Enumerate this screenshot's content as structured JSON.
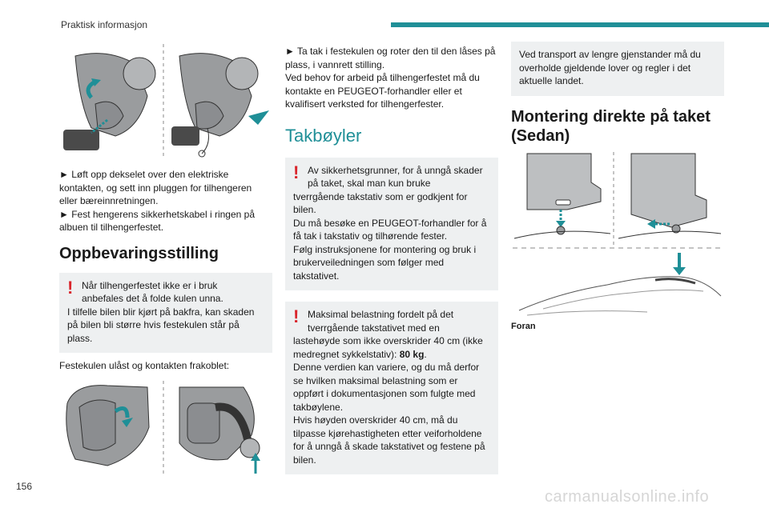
{
  "header": {
    "section": "Praktisk informasjon",
    "accent": "#1f8f97"
  },
  "page_number": "156",
  "watermark": "carmanualsonline.info",
  "col1": {
    "para1": "► Løft opp dekselet over den elektriske kontakten, og sett inn pluggen for tilhengeren eller bæreinnretningen.",
    "para2": "► Fest hengerens sikkerhetskabel i ringen på albuen til tilhengerfestet.",
    "heading": "Oppbevaringsstilling",
    "note_l1": "Når tilhengerfestet ikke er i bruk",
    "note_l2": "anbefales det å folde kulen unna.",
    "note_rest": "I tilfelle bilen blir kjørt på bakfra, kan skaden på bilen bli større hvis festekulen står på plass.",
    "caption": "Festekulen ulåst og kontakten frakoblet:"
  },
  "col2": {
    "para1": "► Ta tak i festekulen og roter den til den låses på plass, i vannrett stilling.",
    "para2": "Ved behov for arbeid på tilhengerfestet må du kontakte en PEUGEOT-forhandler eller et kvalifisert verksted for tilhengerfester.",
    "heading": "Takbøyler",
    "note1_l1": "Av sikkerhetsgrunner, for å unngå skader",
    "note1_l2": "på taket, skal man kun bruke",
    "note1_rest": "tverrgående takstativ som er godkjent for bilen.",
    "note1_p2": "Du må besøke en PEUGEOT-forhandler for å få tak i takstativ og tilhørende fester.",
    "note1_p3": "Følg instruksjonene for montering og bruk  i brukerveiledningen som følger med takstativet.",
    "note2_l1": "Maksimal belastning fordelt på det",
    "note2_l2": "tverrgående takstativet med en",
    "note2_rest_a": "lastehøyde som ikke overskrider 40 cm (ikke medregnet sykkelstativ): ",
    "note2_bold": "80 kg",
    "note2_rest_b": ".",
    "note2_p2": "Denne verdien kan variere, og du må derfor se hvilken maksimal belastning som er oppført i dokumentasjonen som fulgte med takbøylene.",
    "note2_p3": "Hvis høyden overskrider 40 cm, må du tilpasse kjørehastigheten etter veiforholdene for å unngå å skade takstativet og festene på bilen."
  },
  "col3": {
    "note": "Ved transport av lengre gjenstander må du overholde gjeldende lover og regler i det aktuelle landet.",
    "heading": "Montering direkte på taket (Sedan)",
    "caption": "Foran"
  }
}
